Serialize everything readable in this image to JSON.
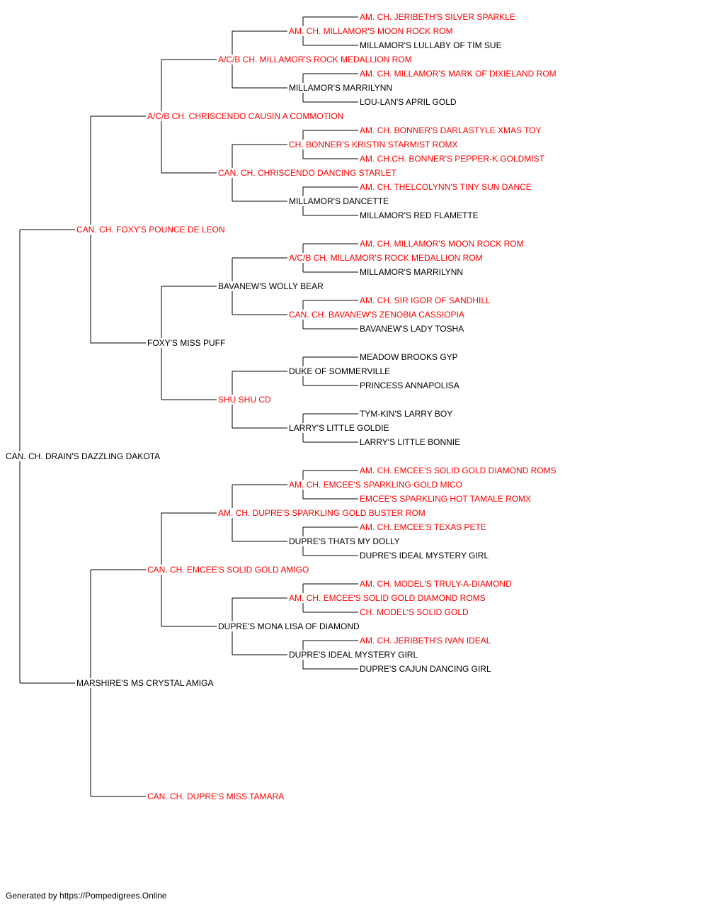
{
  "colors": {
    "champion": "#ff0000",
    "regular": "#000000",
    "lines": "#000000"
  },
  "pedigree": {
    "name": "CAN. CH. DRAIN'S DAZZLING DAKOTA",
    "champion": false,
    "sire": {
      "name": "CAN. CH. FOXY'S POUNCE DE LEON",
      "champion": true,
      "sire": {
        "name": "A/C/B CH. CHRISCENDO CAUSIN A COMMOTION",
        "champion": true,
        "sire": {
          "name": "A/C/B CH. MILLAMOR'S ROCK MEDALLION ROM",
          "champion": true,
          "sire": {
            "name": "AM. CH. MILLAMOR'S MOON ROCK ROM",
            "champion": true,
            "sire": {
              "name": "AM. CH. JERIBETH'S SILVER SPARKLE",
              "champion": true
            },
            "dam": {
              "name": "MILLAMOR'S LULLABY OF TIM SUE",
              "champion": false
            }
          },
          "dam": {
            "name": "MILLAMOR'S MARRILYNN",
            "champion": false,
            "sire": {
              "name": "AM. CH. MILLAMOR'S MARK OF DIXIELAND ROM",
              "champion": true
            },
            "dam": {
              "name": "LOU-LAN'S APRIL GOLD",
              "champion": false
            }
          }
        },
        "dam": {
          "name": "CAN. CH. CHRISCENDO DANCING STARLET",
          "champion": true,
          "sire": {
            "name": "CH. BONNER'S KRISTIN STARMIST ROMX",
            "champion": true,
            "sire": {
              "name": "AM. CH. BONNER'S DARLASTYLE XMAS TOY",
              "champion": true
            },
            "dam": {
              "name": "AM. CH.CH. BONNER'S PEPPER-K GOLDMIST",
              "champion": true
            }
          },
          "dam": {
            "name": "MILLAMOR'S DANCETTE",
            "champion": false,
            "sire": {
              "name": "AM. CH. THELCOLYNN'S TINY SUN DANCE",
              "champion": true
            },
            "dam": {
              "name": "MILLAMOR'S RED FLAMETTE",
              "champion": false
            }
          }
        }
      },
      "dam": {
        "name": "FOXY'S MISS PUFF",
        "champion": false,
        "sire": {
          "name": "BAVANEW'S WOLLY BEAR",
          "champion": false,
          "sire": {
            "name": "A/C/B CH. MILLAMOR'S ROCK MEDALLION ROM",
            "champion": true,
            "sire": {
              "name": "AM. CH. MILLAMOR'S MOON ROCK ROM",
              "champion": true
            },
            "dam": {
              "name": "MILLAMOR'S MARRILYNN",
              "champion": false
            }
          },
          "dam": {
            "name": "CAN. CH. BAVANEW'S ZENOBIA CASSIOPIA",
            "champion": true,
            "sire": {
              "name": "AM. CH. SIR IGOR OF SANDHILL",
              "champion": true
            },
            "dam": {
              "name": "BAVANEW'S LADY TOSHA",
              "champion": false
            }
          }
        },
        "dam": {
          "name": "SHU SHU CD",
          "champion": true,
          "sire": {
            "name": "DUKE OF SOMMERVILLE",
            "champion": false,
            "sire": {
              "name": "MEADOW BROOKS GYP",
              "champion": false
            },
            "dam": {
              "name": "PRINCESS ANNAPOLISA",
              "champion": false
            }
          },
          "dam": {
            "name": "LARRY'S LITTLE GOLDIE",
            "champion": false,
            "sire": {
              "name": "TYM-KIN'S LARRY BOY",
              "champion": false
            },
            "dam": {
              "name": "LARRY'S LITTLE BONNIE",
              "champion": false
            }
          }
        }
      }
    },
    "dam": {
      "name": "MARSHIRE'S MS CRYSTAL AMIGA",
      "champion": false,
      "sire": {
        "name": "CAN. CH. EMCEE'S SOLID GOLD AMIGO",
        "champion": true,
        "sire": {
          "name": "AM. CH. DUPRE'S SPARKLING GOLD BUSTER ROM",
          "champion": true,
          "sire": {
            "name": "AM. CH. EMCEE'S SPARKLING GOLD MICO",
            "champion": true,
            "sire": {
              "name": "AM. CH. EMCEE'S SOLID GOLD DIAMOND ROMS",
              "champion": true
            },
            "dam": {
              "name": "EMCEE'S SPARKLING HOT TAMALE ROMX",
              "champion": true
            }
          },
          "dam": {
            "name": "DUPRE'S THATS MY DOLLY",
            "champion": false,
            "sire": {
              "name": "AM. CH. EMCEE'S TEXAS PETE",
              "champion": true
            },
            "dam": {
              "name": "DUPRE'S IDEAL MYSTERY GIRL",
              "champion": false
            }
          }
        },
        "dam": {
          "name": "DUPRE'S MONA LISA OF DIAMOND",
          "champion": false,
          "sire": {
            "name": "AM. CH. EMCEE'S SOLID GOLD DIAMOND ROMS",
            "champion": true,
            "sire": {
              "name": "AM. CH. MODEL'S TRULY-A-DIAMOND",
              "champion": true
            },
            "dam": {
              "name": "CH. MODEL'S SOLID GOLD",
              "champion": true
            }
          },
          "dam": {
            "name": "DUPRE'S IDEAL MYSTERY GIRL",
            "champion": false,
            "sire": {
              "name": "AM. CH. JERIBETH'S IVAN IDEAL",
              "champion": true
            },
            "dam": {
              "name": "DUPRE'S CAJUN DANCING GIRL",
              "champion": false
            }
          }
        }
      },
      "dam": {
        "name": "CAN. CH. DUPRE'S MISS TAMARA",
        "champion": true
      }
    }
  },
  "footer": {
    "text": "Generated by https://Pompedigrees.Online"
  }
}
